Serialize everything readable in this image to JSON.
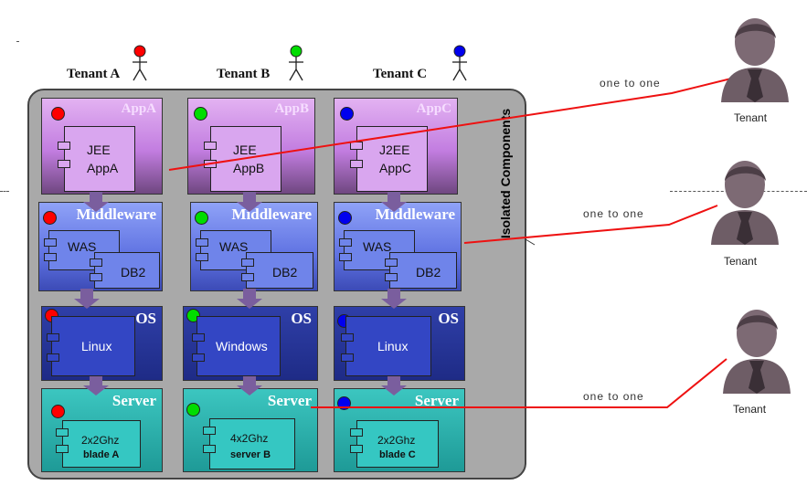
{
  "tenants_top": [
    {
      "label": "Tenant A",
      "color": "#ff0000"
    },
    {
      "label": "Tenant B",
      "color": "#00dd00"
    },
    {
      "label": "Tenant C",
      "color": "#0000ee"
    }
  ],
  "side_label": "Isolated Components",
  "columns": [
    {
      "dot_color": "#ff0000",
      "app": {
        "title": "AppA",
        "component": [
          "JEE",
          "AppA"
        ]
      },
      "middleware": {
        "title": "Middleware",
        "comp1": "WAS",
        "comp2": "DB2"
      },
      "os": {
        "title": "OS",
        "component": "Linux"
      },
      "server": {
        "title": "Server",
        "component": [
          "2x2Ghz",
          "blade A"
        ]
      }
    },
    {
      "dot_color": "#00dd00",
      "app": {
        "title": "AppB",
        "component": [
          "JEE",
          "AppB"
        ]
      },
      "middleware": {
        "title": "Middleware",
        "comp1": "WAS",
        "comp2": "DB2"
      },
      "os": {
        "title": "OS",
        "component": "Windows"
      },
      "server": {
        "title": "Server",
        "component": [
          "4x2Ghz",
          "server B"
        ]
      }
    },
    {
      "dot_color": "#0000ee",
      "app": {
        "title": "AppC",
        "component": [
          "J2EE",
          "AppC"
        ]
      },
      "middleware": {
        "title": "Middleware",
        "comp1": "WAS",
        "comp2": "DB2"
      },
      "os": {
        "title": "OS",
        "component": "Linux"
      },
      "server": {
        "title": "Server",
        "component": [
          "2x2Ghz",
          "blade C"
        ]
      }
    }
  ],
  "relations": [
    {
      "label": "one to one",
      "tenant": "Tenant"
    },
    {
      "label": "one to one",
      "tenant": "Tenant"
    },
    {
      "label": "one to one",
      "tenant": "Tenant"
    }
  ],
  "colors": {
    "connector": "#ee1111",
    "arrow": "#7a5e9e",
    "container": "#a9a9a9"
  }
}
